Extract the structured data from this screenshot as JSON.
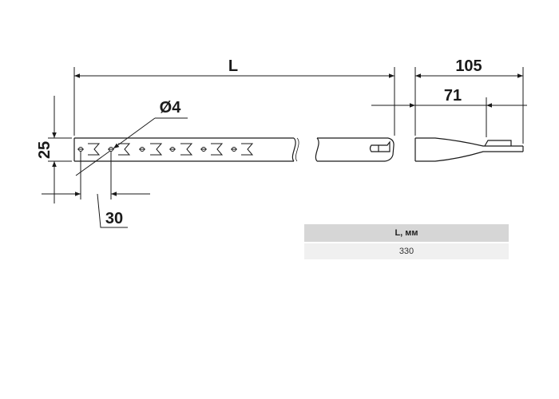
{
  "dimensions": {
    "length": "L",
    "height": "25",
    "hole_diameter": "Ø4",
    "hole_pitch": "30",
    "end_length": "105",
    "end_offset": "71"
  },
  "spec_table": {
    "header": "L, мм",
    "value": "330"
  },
  "colors": {
    "line": "#1a1a1a",
    "table_header_bg": "#d6d6d6",
    "table_row_bg": "#f0f0f0"
  }
}
